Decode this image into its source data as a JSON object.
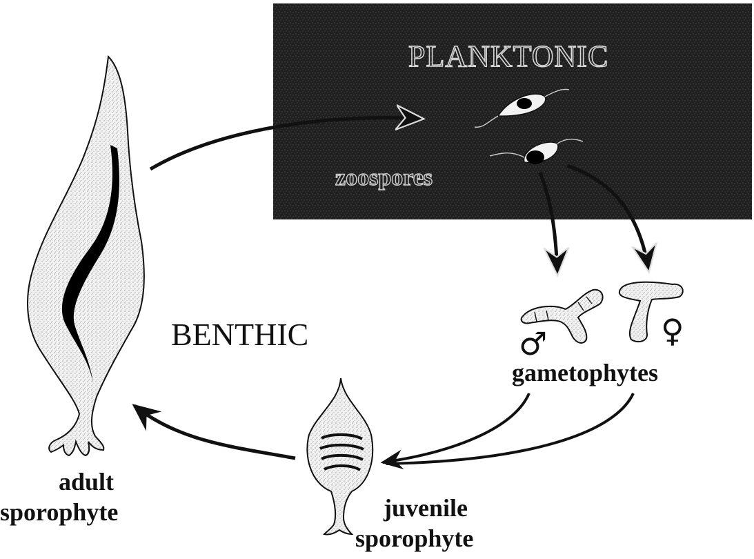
{
  "diagram": {
    "zone_planktonic": "PLANKTONIC",
    "zone_benthic": "BENTHIC",
    "stage_zoospores": "zoospores",
    "stage_gametophytes": "gametophytes",
    "stage_adult_line1": "adult",
    "stage_adult_line2": "sporophyte",
    "stage_juvenile_line1": "juvenile",
    "stage_juvenile_line2": "sporophyte",
    "male_symbol": "♂",
    "female_symbol": "♀"
  },
  "colors": {
    "planktonic_bg": "#1c1c1c",
    "ink": "#111111",
    "stipple": "#e6e6e6"
  }
}
